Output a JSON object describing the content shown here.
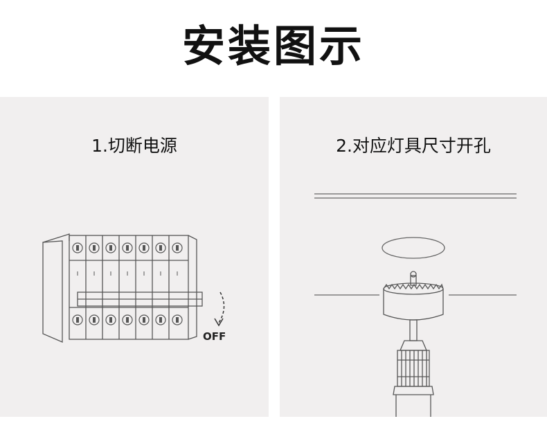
{
  "title": "安装图示",
  "steps": [
    {
      "label": "1.切断电源",
      "off_text": "OFF"
    },
    {
      "label": "2.对应灯具尺寸开孔"
    }
  ],
  "colors": {
    "panel": "#f1efef",
    "line": "#555555",
    "text": "#111111"
  },
  "icons": [
    "circuit-breaker-icon",
    "arrow-down-icon",
    "downlight-disc-icon",
    "hole-saw-icon",
    "drill-chuck-icon",
    "ceiling-line-icon"
  ]
}
